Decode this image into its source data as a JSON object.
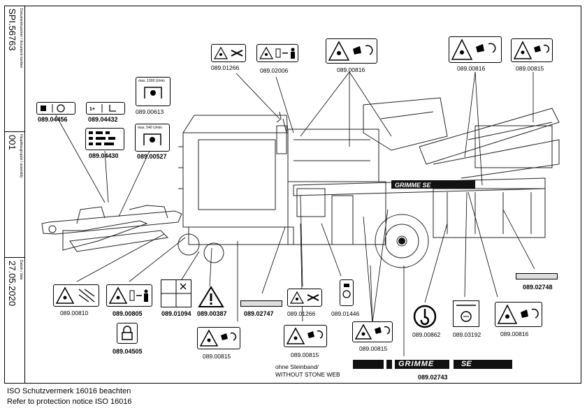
{
  "title_block": {
    "document_number_label": "Dokumentnummer / document number",
    "document_number": "SPI.56763",
    "assembly_label": "Hauptbaugruppe / assembly",
    "assembly": "001",
    "date_label": "Datum / date",
    "date": "27.05.2020"
  },
  "labels": {
    "p04456": "089.04456",
    "p04432": "089.04432",
    "p00613": "089.00613",
    "p00613_text": "max. 1000 U/min",
    "p04430": "089.04430",
    "p00527": "089.00527",
    "p00527_text": "max. 540 U/min",
    "p01266_top": "089.01266",
    "p02006": "089.02006",
    "p00816_top": "089.00816",
    "p00816_right": "089.00816",
    "p00815_top": "089.00815",
    "p00810": "089.00810",
    "p00805": "089.00805",
    "p01094": "089.01094",
    "p00387": "089.00387",
    "p02747": "089.02747",
    "p01266_bottom": "089.01266",
    "p01446": "089.01446",
    "p00815_mid": "089.00815",
    "p00815_left": "089.00815",
    "p00815_center": "089.00815",
    "p00862": "089.00862",
    "p03192": "089.03192",
    "p00816_bottom": "089.00816",
    "p02748": "089.02748",
    "p04505": "089.04505",
    "p02743": "089.02743",
    "without_stone_de": "ohne Steinband/",
    "without_stone_en": "WITHOUT STONE WEB",
    "brand": "GRIMME",
    "model": "SE"
  },
  "footer": {
    "line1": "ISO Schutzvermerk 16016 beachten",
    "line2": "Refer to protection notice ISO 16016"
  }
}
